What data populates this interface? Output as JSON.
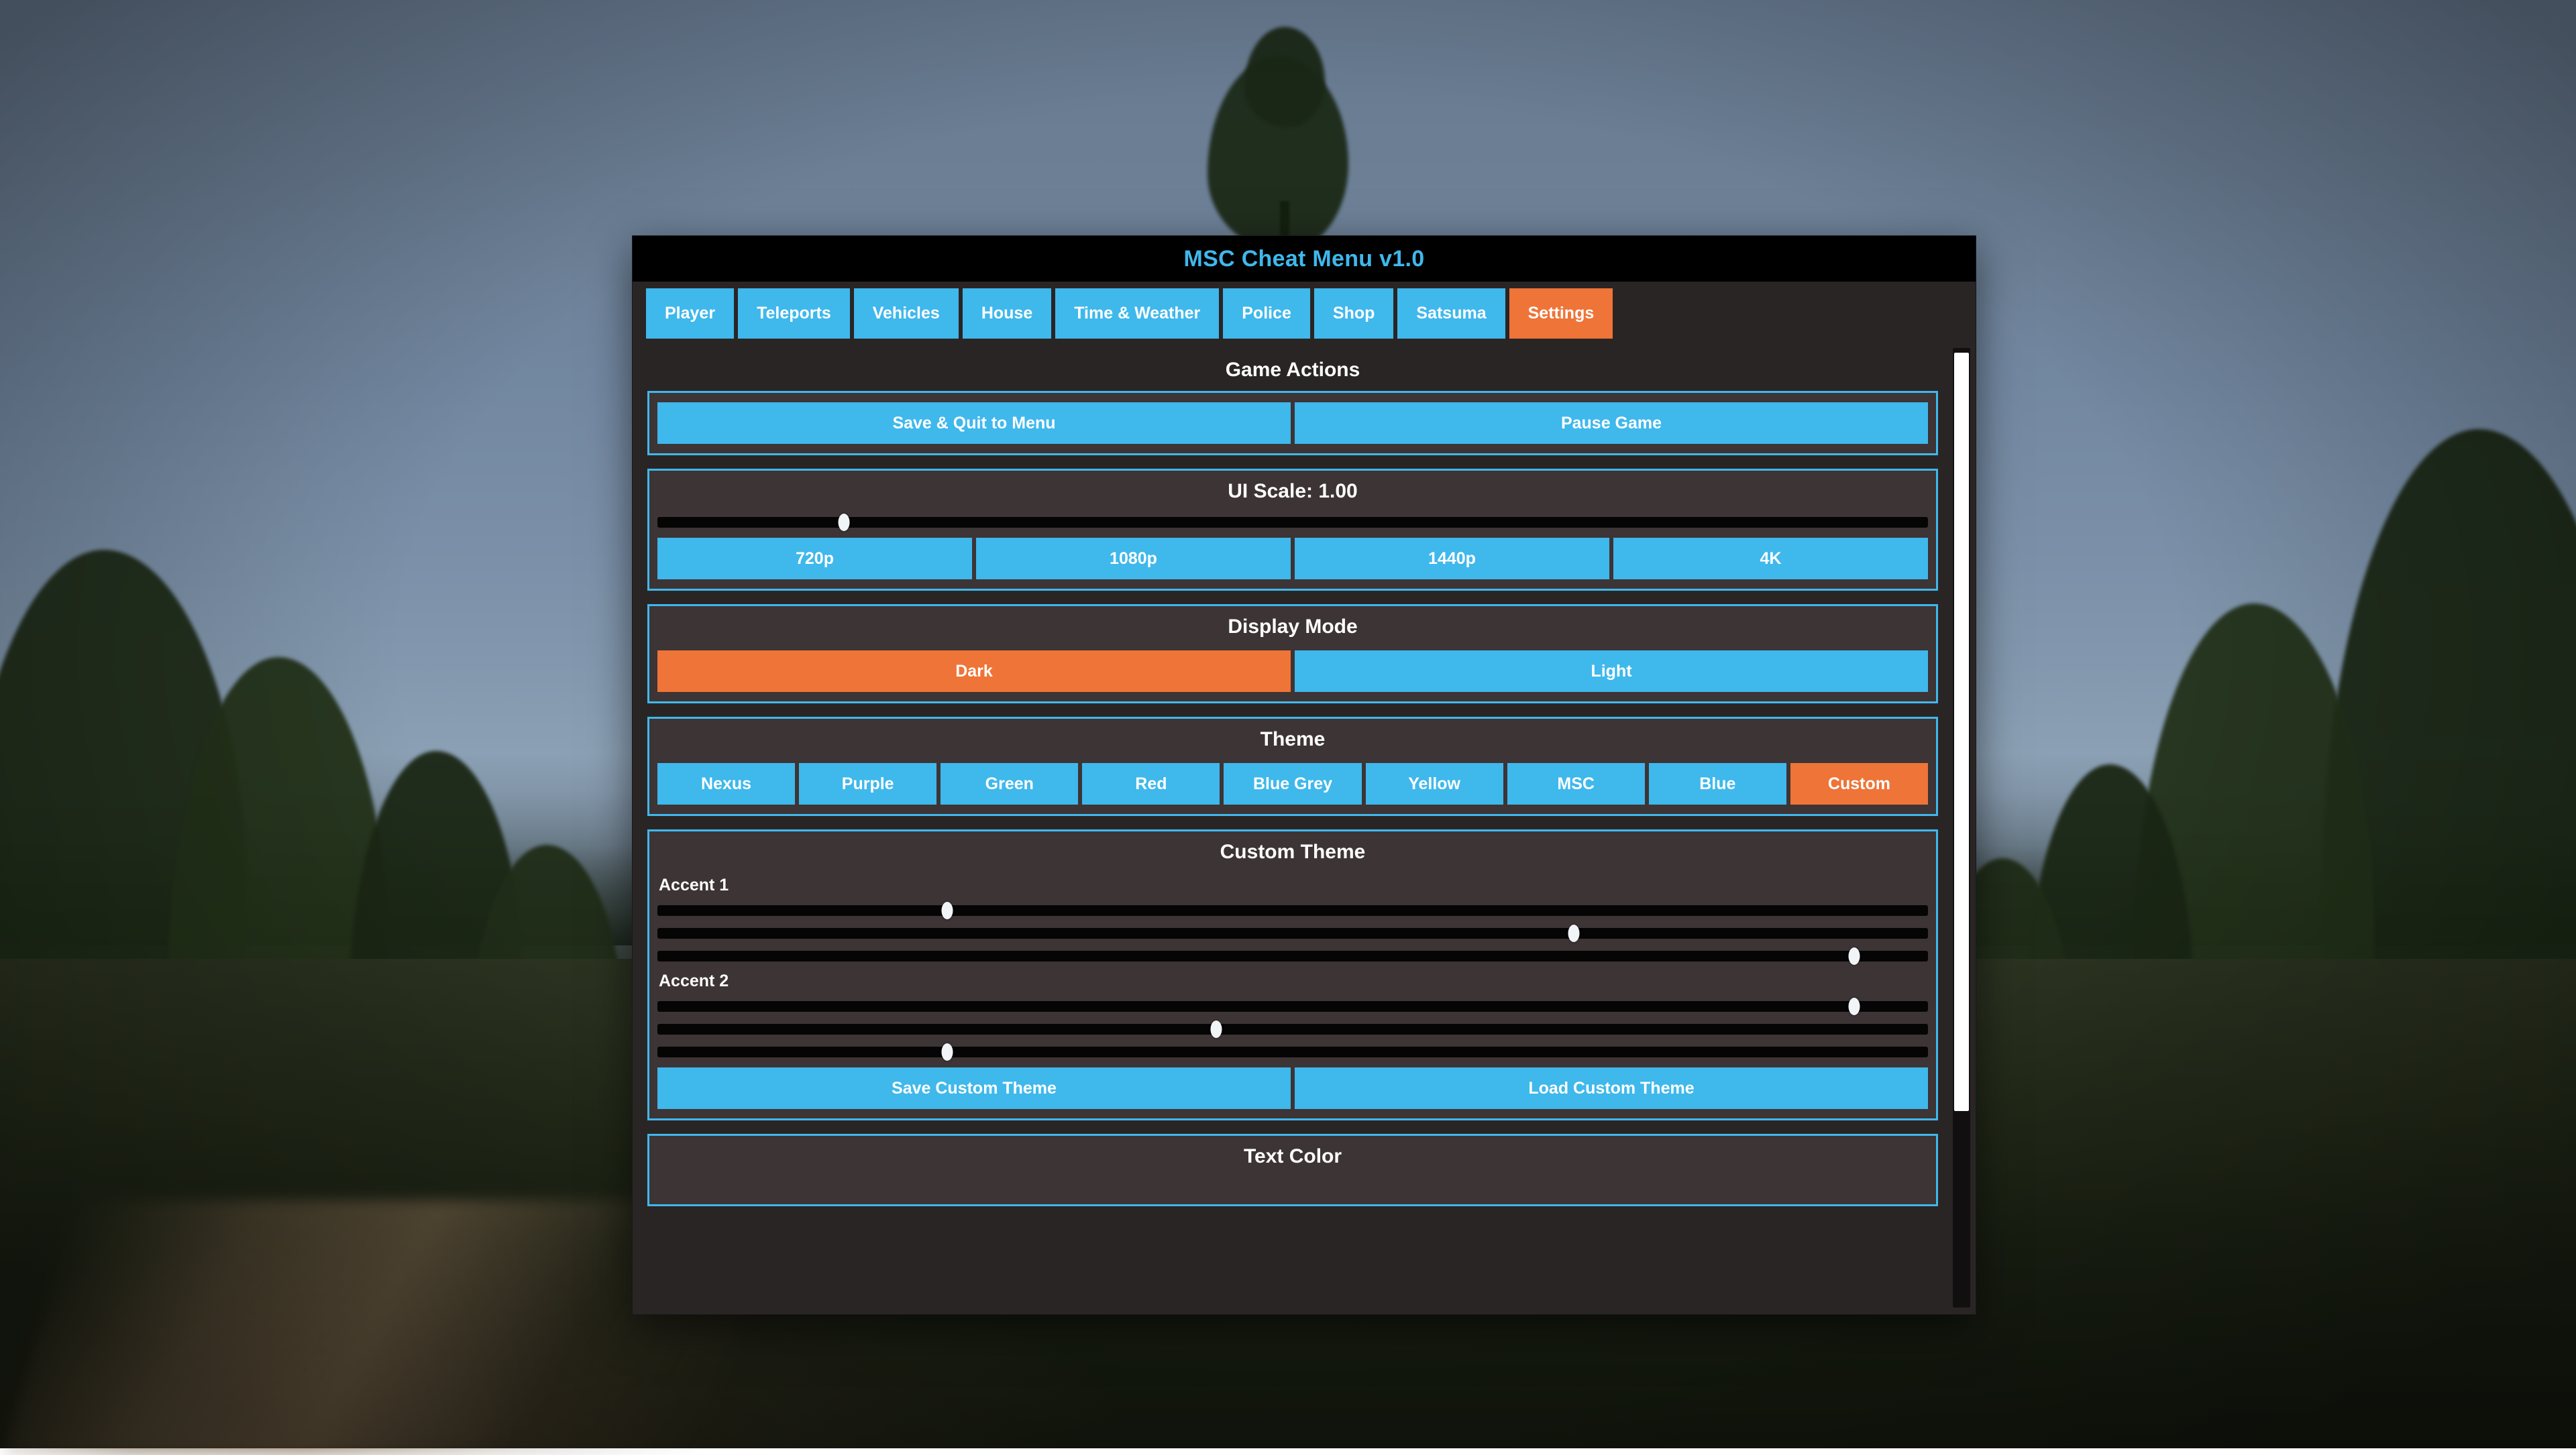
{
  "window": {
    "title": "MSC Cheat Menu v1.0"
  },
  "colors": {
    "accent_blue": "#3fb8ec",
    "accent_orange": "#ee7437",
    "panel_bg": "#3d3436",
    "window_bg": "#2a2525",
    "titlebar_bg": "#000000",
    "text": "#ffffff"
  },
  "tabs": [
    {
      "label": "Player",
      "active": false
    },
    {
      "label": "Teleports",
      "active": false
    },
    {
      "label": "Vehicles",
      "active": false
    },
    {
      "label": "House",
      "active": false
    },
    {
      "label": "Time & Weather",
      "active": false
    },
    {
      "label": "Police",
      "active": false
    },
    {
      "label": "Shop",
      "active": false
    },
    {
      "label": "Satsuma",
      "active": false
    },
    {
      "label": "Settings",
      "active": true
    }
  ],
  "settings": {
    "game_actions": {
      "title": "Game Actions",
      "buttons": [
        {
          "label": "Save & Quit to Menu",
          "selected": false
        },
        {
          "label": "Pause Game",
          "selected": false
        }
      ]
    },
    "ui_scale": {
      "title": "UI Scale: 1.00",
      "value": 1.0,
      "slider_percent": 14.7,
      "resolution_buttons": [
        {
          "label": "720p",
          "selected": false
        },
        {
          "label": "1080p",
          "selected": false
        },
        {
          "label": "1440p",
          "selected": false
        },
        {
          "label": "4K",
          "selected": false
        }
      ]
    },
    "display_mode": {
      "title": "Display Mode",
      "buttons": [
        {
          "label": "Dark",
          "selected": true
        },
        {
          "label": "Light",
          "selected": false
        }
      ]
    },
    "theme": {
      "title": "Theme",
      "buttons": [
        {
          "label": "Nexus",
          "selected": false
        },
        {
          "label": "Purple",
          "selected": false
        },
        {
          "label": "Green",
          "selected": false
        },
        {
          "label": "Red",
          "selected": false
        },
        {
          "label": "Blue Grey",
          "selected": false
        },
        {
          "label": "Yellow",
          "selected": false
        },
        {
          "label": "MSC",
          "selected": false
        },
        {
          "label": "Blue",
          "selected": false
        },
        {
          "label": "Custom",
          "selected": true
        }
      ]
    },
    "custom_theme": {
      "title": "Custom Theme",
      "accent1": {
        "label": "Accent 1",
        "sliders": [
          {
            "name": "r",
            "percent": 22.8
          },
          {
            "name": "g",
            "percent": 72.1
          },
          {
            "name": "b",
            "percent": 94.2
          }
        ]
      },
      "accent2": {
        "label": "Accent 2",
        "sliders": [
          {
            "name": "r",
            "percent": 94.2
          },
          {
            "name": "g",
            "percent": 44.0
          },
          {
            "name": "b",
            "percent": 22.8
          }
        ]
      },
      "buttons": [
        {
          "label": "Save Custom Theme",
          "selected": false
        },
        {
          "label": "Load Custom Theme",
          "selected": false
        }
      ]
    },
    "text_color": {
      "title": "Text Color"
    }
  },
  "scrollbar": {
    "thumb_percent": 79
  }
}
